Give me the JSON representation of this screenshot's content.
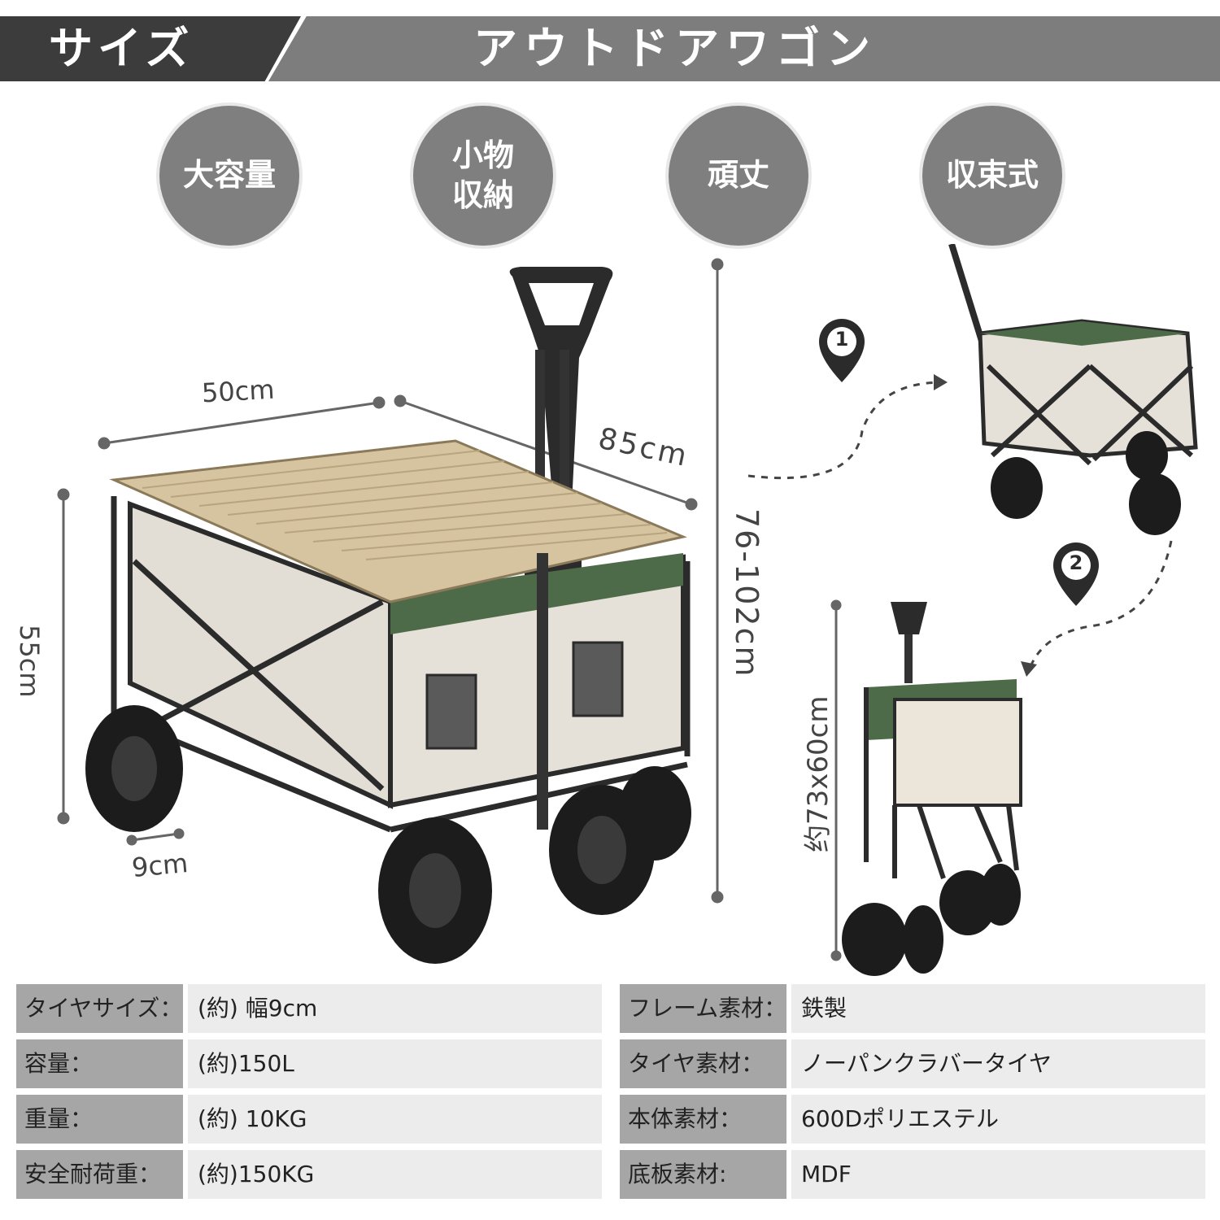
{
  "header": {
    "section_label": "サイズ",
    "product_label": "アウトドアワゴン"
  },
  "features": [
    {
      "line1": "大容量",
      "line2": ""
    },
    {
      "line1": "小物",
      "line2": "収納"
    },
    {
      "line1": "頑丈",
      "line2": ""
    },
    {
      "line1": "収束式",
      "line2": ""
    }
  ],
  "dimensions": {
    "width": "50cm",
    "length": "85cm",
    "height": "55cm",
    "handle_height": "76-102cm",
    "tire_width": "9cm",
    "folded": "约73x60cm"
  },
  "steps": {
    "step1": "1",
    "step2": "2"
  },
  "colors": {
    "header_dark": "#3c3c3c",
    "header_gray": "#7d7d7d",
    "circle": "#7f7f7f",
    "table_top": "#d6c3a0",
    "fabric": "#e6e1d8",
    "green": "#4d6b48"
  },
  "spec_left": [
    {
      "key": "タイヤサイズ：",
      "value": "(約) 幅9cm"
    },
    {
      "key": "容量：",
      "value": "(約)150L"
    },
    {
      "key": "重量：",
      "value": "(約) 10KG"
    },
    {
      "key": "安全耐荷重：",
      "value": "(約)150KG"
    }
  ],
  "spec_right": [
    {
      "key": "フレーム素材：",
      "value": "鉄製"
    },
    {
      "key": "タイヤ素材：",
      "value": "ノーパンクラバータイヤ"
    },
    {
      "key": "本体素材：",
      "value": "600Dポリエステル"
    },
    {
      "key": "底板素材:",
      "value": "MDF"
    }
  ]
}
